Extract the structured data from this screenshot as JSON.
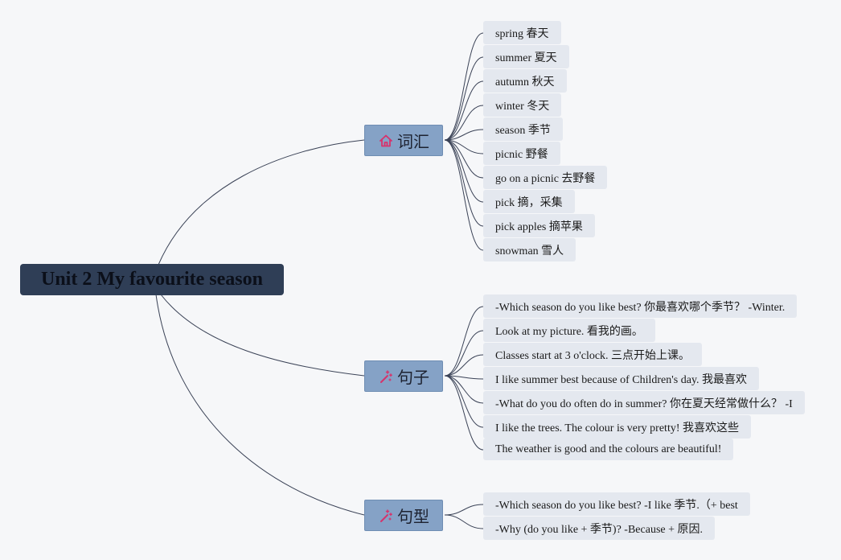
{
  "root": {
    "label": "Unit 2 My favourite season"
  },
  "branches": [
    {
      "label": "词汇",
      "icon": "home-icon",
      "items": [
        "spring 春天",
        "summer 夏天",
        "autumn 秋天",
        "winter 冬天",
        "season 季节",
        "picnic 野餐",
        "go on a picnic 去野餐",
        "pick 摘，采集",
        "pick apples 摘苹果",
        "snowman 雪人"
      ]
    },
    {
      "label": "句子",
      "icon": "magic-wand-icon",
      "items": [
        "-Which season do you like best? 你最喜欢哪个季节？ -Winter.",
        "Look at my picture. 看我的画。",
        "Classes start at 3 o'clock. 三点开始上课。",
        "I like summer best because of Children's day. 我最喜欢",
        "-What do you do often do in summer? 你在夏天经常做什么？ -I",
        "I like the trees. The colour is very pretty! 我喜欢这些",
        "The weather is good and the colours are beautiful!"
      ]
    },
    {
      "label": "句型",
      "icon": "magic-wand-icon",
      "items": [
        "-Which season do you like best? -I like 季节.（+ best",
        "-Why (do you like + 季节)? -Because + 原因."
      ]
    }
  ],
  "colors": {
    "root_bg": "#2f3e56",
    "branch_bg": "#85a2c6",
    "leaf_bg": "#e4e8ef",
    "icon_pink": "#d6336c",
    "line": "#3a4256"
  }
}
